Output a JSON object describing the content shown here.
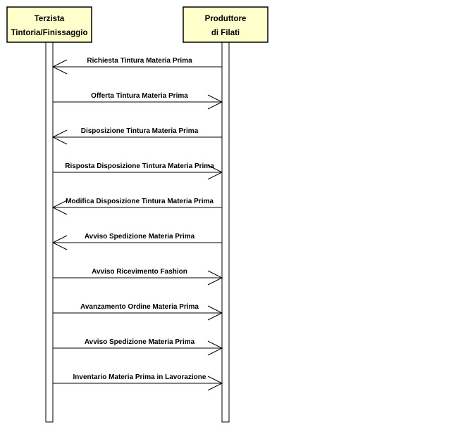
{
  "colors": {
    "actor_fill": "#FFFFCC",
    "line": "#000000",
    "background": "#FFFFFF"
  },
  "participants": [
    {
      "id": "terzista",
      "lines": [
        "Terzista",
        "Tintoria/Finissaggio"
      ]
    },
    {
      "id": "produttore",
      "lines": [
        "Produttore",
        "di Filati"
      ]
    }
  ],
  "messages": [
    {
      "label": "Richiesta Tintura Materia Prima",
      "from": "produttore",
      "to": "terzista"
    },
    {
      "label": "Offerta Tintura Materia Prima",
      "from": "terzista",
      "to": "produttore"
    },
    {
      "label": "Disposizione Tintura Materia Prima",
      "from": "produttore",
      "to": "terzista"
    },
    {
      "label": "Risposta Disposizione Tintura Materia Prima",
      "from": "terzista",
      "to": "produttore"
    },
    {
      "label": "Modifica Disposizione Tintura Materia Prima",
      "from": "produttore",
      "to": "terzista"
    },
    {
      "label": "Avviso Spedizione Materia Prima",
      "from": "produttore",
      "to": "terzista"
    },
    {
      "label": "Avviso Ricevimento Fashion",
      "from": "terzista",
      "to": "produttore"
    },
    {
      "label": "Avanzamento Ordine Materia Prima",
      "from": "terzista",
      "to": "produttore"
    },
    {
      "label": "Avviso Spedizione Materia Prima",
      "from": "terzista",
      "to": "produttore"
    },
    {
      "label": "Inventario Materia Prima in Lavorazione",
      "from": "terzista",
      "to": "produttore"
    }
  ]
}
